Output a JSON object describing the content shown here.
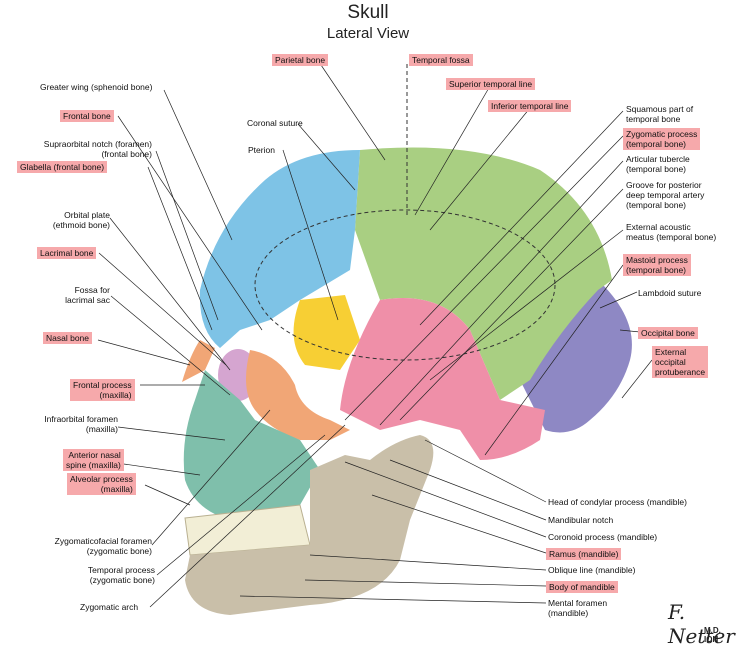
{
  "title": "Skull",
  "subtitle": "Lateral View",
  "labels": {
    "parietal_bone": "Parietal bone",
    "temporal_fossa": "Temporal fossa",
    "superior_temporal_line": "Superior temporal line",
    "inferior_temporal_line": "Inferior temporal line",
    "greater_wing_1": "Greater wing (sphenoid bone)",
    "frontal_bone": "Frontal bone",
    "coronal_suture": "Coronal suture",
    "supraorbital_1": "Supraorbital notch (foramen)",
    "supraorbital_2": "(frontal bone)",
    "pterion": "Pterion",
    "glabella": "Glabella (frontal bone)",
    "orbital_plate_1": "Orbital plate",
    "orbital_plate_2": "(ethmoid bone)",
    "lacrimal_bone": "Lacrimal bone",
    "fossa_lacrimal_1": "Fossa for",
    "fossa_lacrimal_2": "lacrimal sac",
    "nasal_bone": "Nasal bone",
    "frontal_process_1": "Frontal process",
    "frontal_process_2": "(maxilla)",
    "infraorbital_1": "Infraorbital foramen",
    "infraorbital_2": "(maxilla)",
    "anterior_nasal_1": "Anterior nasal",
    "anterior_nasal_2": "spine (maxilla)",
    "alveolar_1": "Alveolar process",
    "alveolar_2": "(maxilla)",
    "zygomaticofacial_1": "Zygomaticofacial foramen",
    "zygomaticofacial_2": "(zygomatic bone)",
    "temporal_process_1": "Temporal process",
    "temporal_process_2": "(zygomatic bone)",
    "zygomatic_arch": "Zygomatic  arch",
    "squamous_1": "Squamous part of",
    "squamous_2": "temporal bone",
    "zygomatic_process_1": "Zygomatic process",
    "zygomatic_process_2": "(temporal bone)",
    "articular_1": "Articular tubercle",
    "articular_2": "(temporal bone)",
    "groove_1": "Groove for posterior",
    "groove_2": "deep temporal artery",
    "groove_3": "(temporal bone)",
    "eam_1": "External acoustic",
    "eam_2": "meatus (temporal bone)",
    "mastoid_1": "Mastoid process",
    "mastoid_2": "(temporal bone)",
    "lambdoid": "Lambdoid suture",
    "occipital_bone": "Occipital bone",
    "eop_1": "External",
    "eop_2": "occipital",
    "eop_3": "protuberance",
    "head_condylar": "Head of condylar process (mandible)",
    "mandibular_notch": "Mandibular notch",
    "coronoid": "Coronoid process (mandible)",
    "ramus": "Ramus (mandible)",
    "oblique": "Oblique line (mandible)",
    "body_mandible": "Body of mandible",
    "mental_1": "Mental foramen",
    "mental_2": "(mandible)"
  },
  "signature": {
    "name": "F. Netter",
    "suffix": "M.D.",
    "mark": "ION"
  },
  "colors": {
    "highlight": "#f6a9ab",
    "frontal": "#7ec3e6",
    "parietal": "#a9cf82",
    "temporal": "#ef8fa8",
    "occipital": "#8e88c4",
    "sphenoid": "#f7cf34",
    "zygomatic": "#f1a676",
    "maxilla": "#7fbfab",
    "mandible": "#c9bfa9"
  }
}
